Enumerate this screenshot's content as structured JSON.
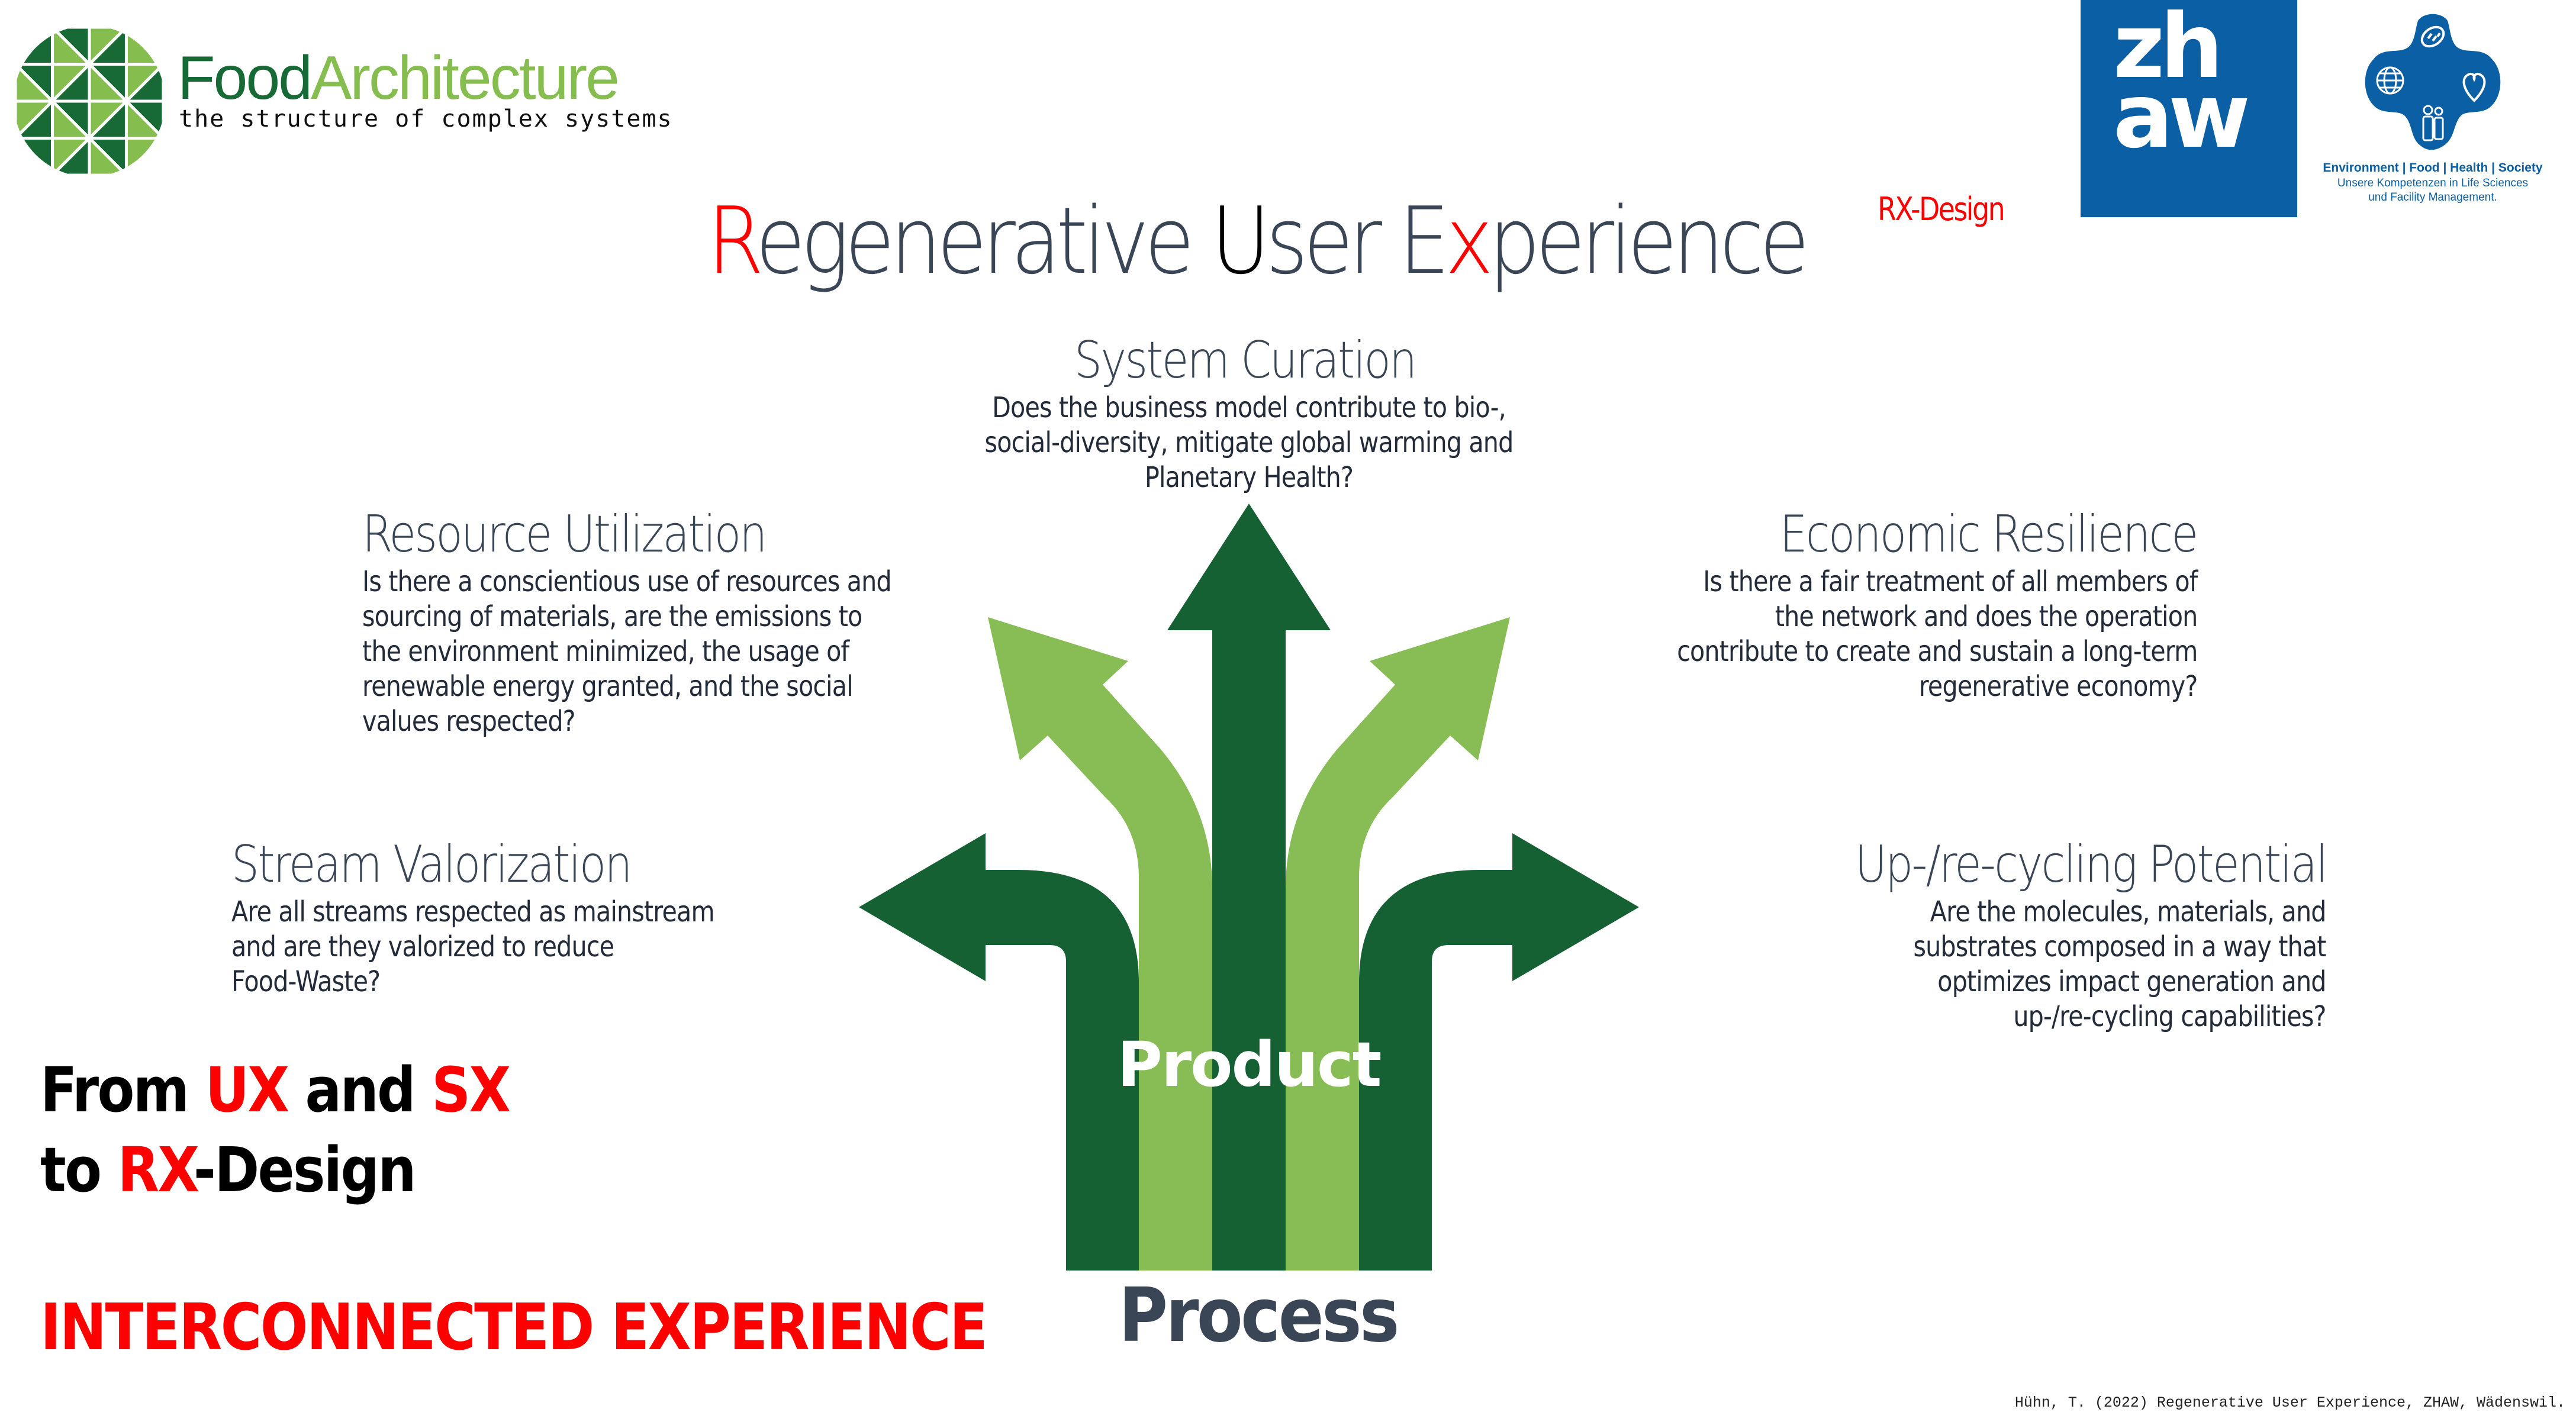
{
  "logo_left": {
    "word_part1": "Food",
    "word_part2": "Architecture",
    "tagline": "the structure of complex systems",
    "colors": {
      "dark": "#176a35",
      "light": "#86bd4f"
    },
    "icon": "geodesic-globe-icon"
  },
  "logo_right": {
    "brand": "zh aw",
    "brand_line1": "zh",
    "brand_line2": "aw",
    "brand_color": "#0b5fa5",
    "emblem_icons": [
      "bread-icon",
      "globe-icon",
      "heart-icon",
      "people-icon"
    ],
    "caption_line1": "Environment | Food | Health | Society",
    "caption_line2": "Unsere Kompetenzen in Life Sciences",
    "caption_line3": "und Facility Management."
  },
  "title": {
    "parts": [
      {
        "text": "R",
        "color": "#ff0000"
      },
      {
        "text": "egenerative ",
        "color": "#3a4556"
      },
      {
        "text": "U",
        "color": "#000000"
      },
      {
        "text": "ser E",
        "color": "#3a4556"
      },
      {
        "text": "x",
        "color": "#ff0000"
      },
      {
        "text": "perience",
        "color": "#3a4556"
      }
    ],
    "superscript": "RX-Design"
  },
  "sections": {
    "system_curation": {
      "heading": "System Curation",
      "lines": [
        "Does the business model contribute to bio-,",
        "social-diversity, mitigate global warming and",
        "Planetary Health?"
      ]
    },
    "resource_utilization": {
      "heading": "Resource Utilization",
      "lines": [
        "Is there a conscientious use of resources and",
        "sourcing of materials, are the emissions to",
        "the environment minimized, the usage of",
        "renewable energy granted, and the social",
        "values respected?"
      ]
    },
    "economic_resilience": {
      "heading": "Economic Resilience",
      "lines": [
        "Is there a fair treatment of all members of",
        "the network and does the operation",
        "contribute to create and sustain a long-term",
        "regenerative economy?"
      ]
    },
    "stream_valorization": {
      "heading": "Stream Valorization",
      "lines": [
        "Are all streams respected as mainstream",
        "and are they valorized to reduce",
        "Food-Waste?"
      ]
    },
    "upcycling_potential": {
      "heading": "Up-/re-cycling Potential",
      "lines": [
        "Are the molecules, materials, and",
        "substrates composed in a way that",
        "optimizes impact generation and",
        "up-/re-cycling capabilities?"
      ]
    }
  },
  "diagram": {
    "center_label": "Product",
    "base_label": "Process",
    "colors": {
      "dark_green": "#156133",
      "light_green": "#88bc54"
    },
    "arrows": [
      "left",
      "up-left",
      "up",
      "up-right",
      "right"
    ]
  },
  "tagline": {
    "line1": [
      {
        "text": "From ",
        "red": false
      },
      {
        "text": "UX",
        "red": true
      },
      {
        "text": " and ",
        "red": false
      },
      {
        "text": "SX",
        "red": true
      }
    ],
    "line2": [
      {
        "text": "to ",
        "red": false
      },
      {
        "text": "RX",
        "red": true
      },
      {
        "text": "-Design",
        "red": false
      }
    ],
    "line3": "INTERCONNECTED EXPERIENCE"
  },
  "citation": "Hühn, T. (2022) Regenerative User Experience, ZHAW, Wädenswil."
}
